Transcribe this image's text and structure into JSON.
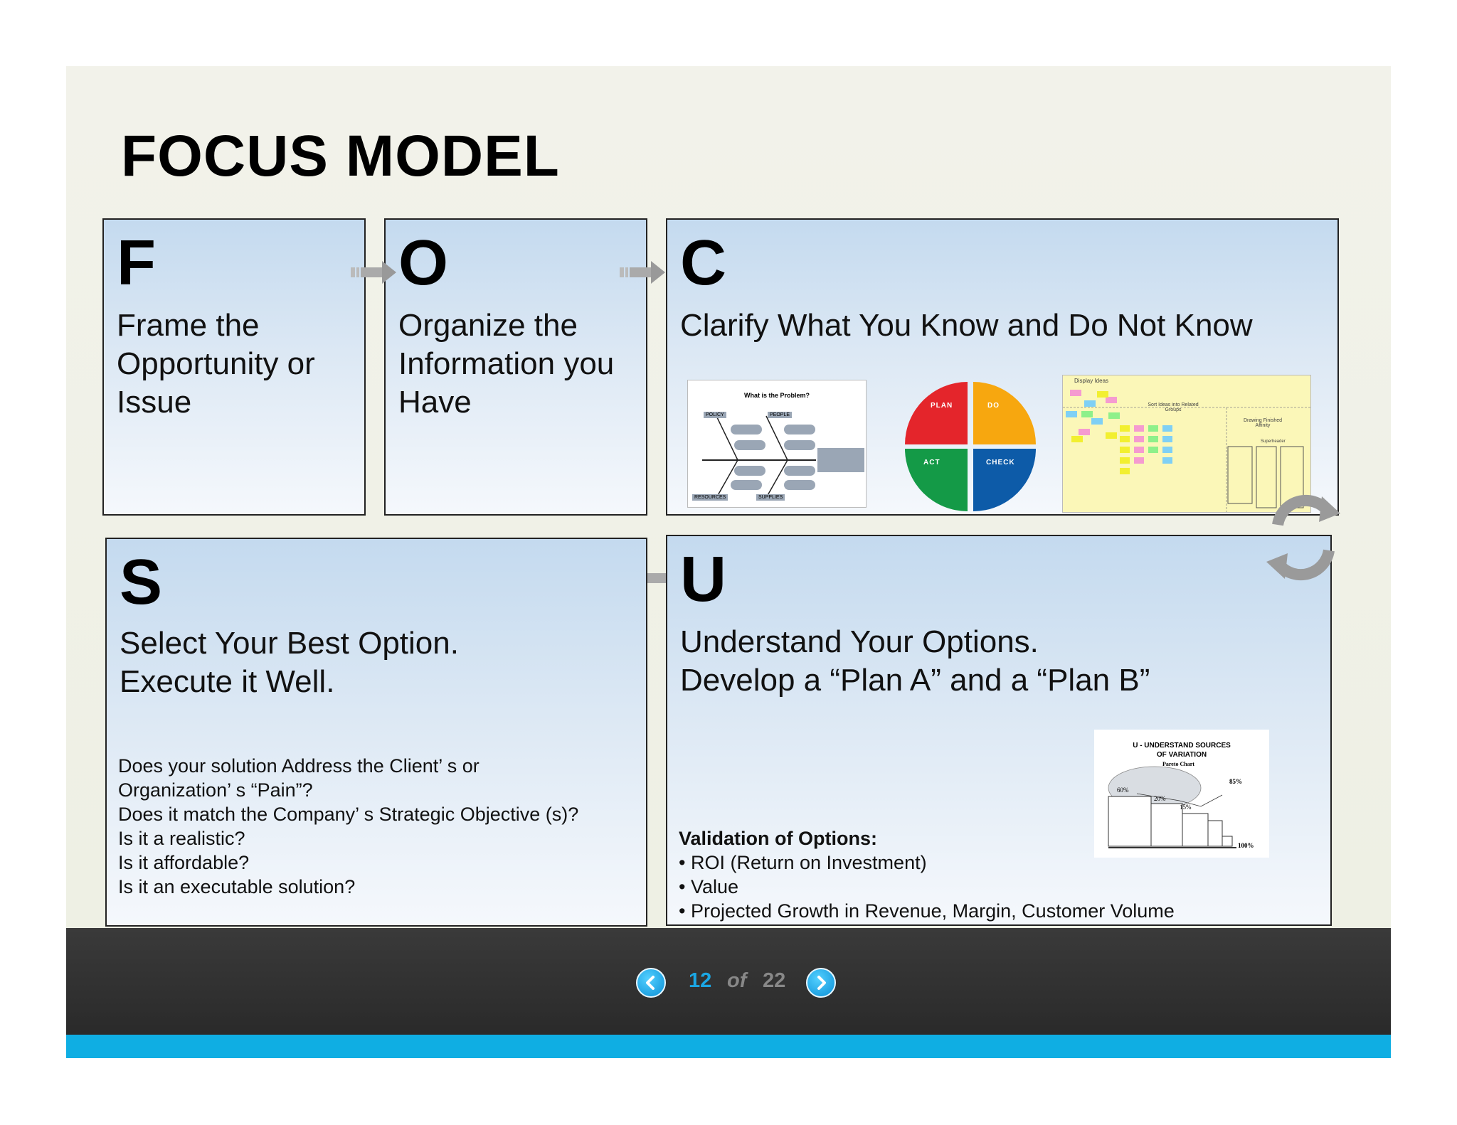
{
  "slide": {
    "title": "FOCUS MODEL",
    "steps": {
      "f": {
        "letter": "F",
        "heading": [
          "Frame the",
          "Opportunity or",
          "Issue"
        ]
      },
      "o": {
        "letter": "O",
        "heading": [
          "Organize the",
          "Information you",
          "Have"
        ]
      },
      "c": {
        "letter": "C",
        "heading": [
          "Clarify What You Know and Do Not Know"
        ]
      },
      "u": {
        "letter": "U",
        "heading": [
          "Understand Your Options.",
          "Develop a “Plan A” and a “Plan B”"
        ],
        "validation_title": "Validation of Options:",
        "validation_items": [
          "• ROI (Return on Investment)",
          "• Value",
          "• Projected Growth in Revenue, Margin, Customer Volume"
        ]
      },
      "s": {
        "letter": "S",
        "heading": [
          "Select Your Best Option.",
          "Execute it Well."
        ],
        "questions": [
          "Does your solution Address the Client’ s or",
          "Organization’ s “Pain”?",
          "Does it match the Company’ s Strategic Objective (s)?",
          "Is it a realistic?",
          "Is it affordable?",
          "Is it an executable solution?"
        ]
      }
    },
    "fishbone": {
      "title": "What is the Problem?",
      "labels": [
        "POLICY",
        "PEOPLE",
        "RESOURCES",
        "SUPPLIES"
      ]
    },
    "pdca": {
      "quadrants": [
        {
          "label": "PLAN",
          "color": "#e4252b"
        },
        {
          "label": "DO",
          "color": "#f7a70f"
        },
        {
          "label": "ACT",
          "color": "#149a47"
        },
        {
          "label": "CHECK",
          "color": "#0d5ba8"
        }
      ]
    },
    "affinity": {
      "labels": [
        "Display Ideas",
        "Sort Ideas into Related Groups",
        "Drawing Finished Affinity",
        "Superheader"
      ]
    },
    "pareto": {
      "title_line1": "U - UNDERSTAND SOURCES",
      "title_line2": "OF VARIATION",
      "subtitle": "Pareto Chart",
      "percent_labels": [
        "60%",
        "20%",
        "15%",
        "85%",
        "100%"
      ]
    },
    "cycle_icon": "refresh-cycle-icon"
  },
  "pager": {
    "current": "12",
    "of": "of",
    "total": "22",
    "prev_icon": "chevron-left-icon",
    "next_icon": "chevron-right-icon",
    "accent": "#0faee3"
  }
}
